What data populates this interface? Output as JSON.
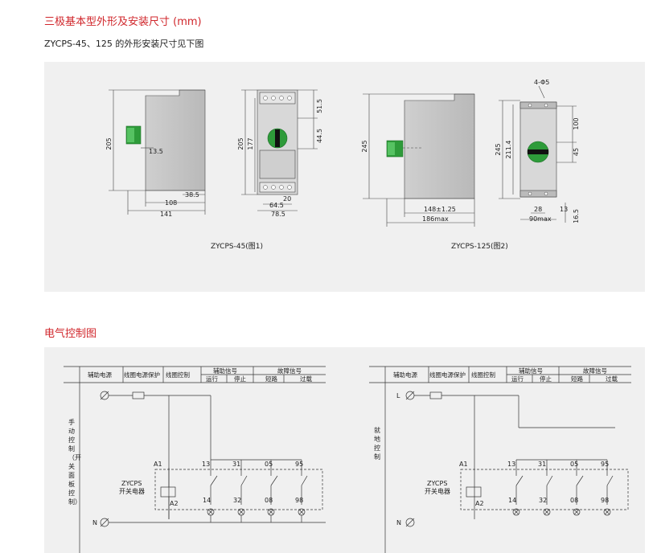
{
  "section1": {
    "title": "三极基本型外形及安装尺寸 (mm)",
    "subtitle": "ZYCPS-45、125 的外形安装尺寸见下图",
    "fig1_caption": "ZYCPS-45(图1)",
    "fig2_caption": "ZYCPS-125(图2)",
    "fig1_dims": {
      "side_height": "205",
      "knob": "13.5",
      "d385": "38.5",
      "d108": "108",
      "d141": "141",
      "front_height": "205",
      "d177": "177",
      "d515": "51.5",
      "d445": "44.5",
      "d20": "20",
      "d645": "64.5",
      "d785": "78.5"
    },
    "fig2_dims": {
      "side_height": "245",
      "holes": "4-Φ5",
      "d148": "148±1.25",
      "d186": "186max",
      "front_height": "245",
      "d2114": "211.4",
      "d100": "100",
      "d45": "45",
      "d28": "28",
      "d90": "90max",
      "d13": "13",
      "d165": "16.5"
    }
  },
  "section2": {
    "title": "电气控制图",
    "headers": {
      "aux_power": "辅助电源",
      "coil_protect": "线圈电源保护",
      "coil_control": "线圈控制",
      "aux_signal": "辅助信号",
      "run": "运行",
      "stop": "停止",
      "fault_signal": "故障信号",
      "short_circuit": "短路",
      "overload": "过载"
    },
    "left_side_label": "手动控制（开关面板控制）",
    "right_side_label": "就地控制",
    "device_label_1": "ZYCPS",
    "device_label_2": "开关电器",
    "terminals": {
      "a1": "A1",
      "a2": "A2",
      "t13": "13",
      "t14": "14",
      "t31": "31",
      "t32": "32",
      "t05": "05",
      "t08": "08",
      "t95": "95",
      "t98": "98"
    },
    "line_l": "L",
    "line_n": "N"
  }
}
